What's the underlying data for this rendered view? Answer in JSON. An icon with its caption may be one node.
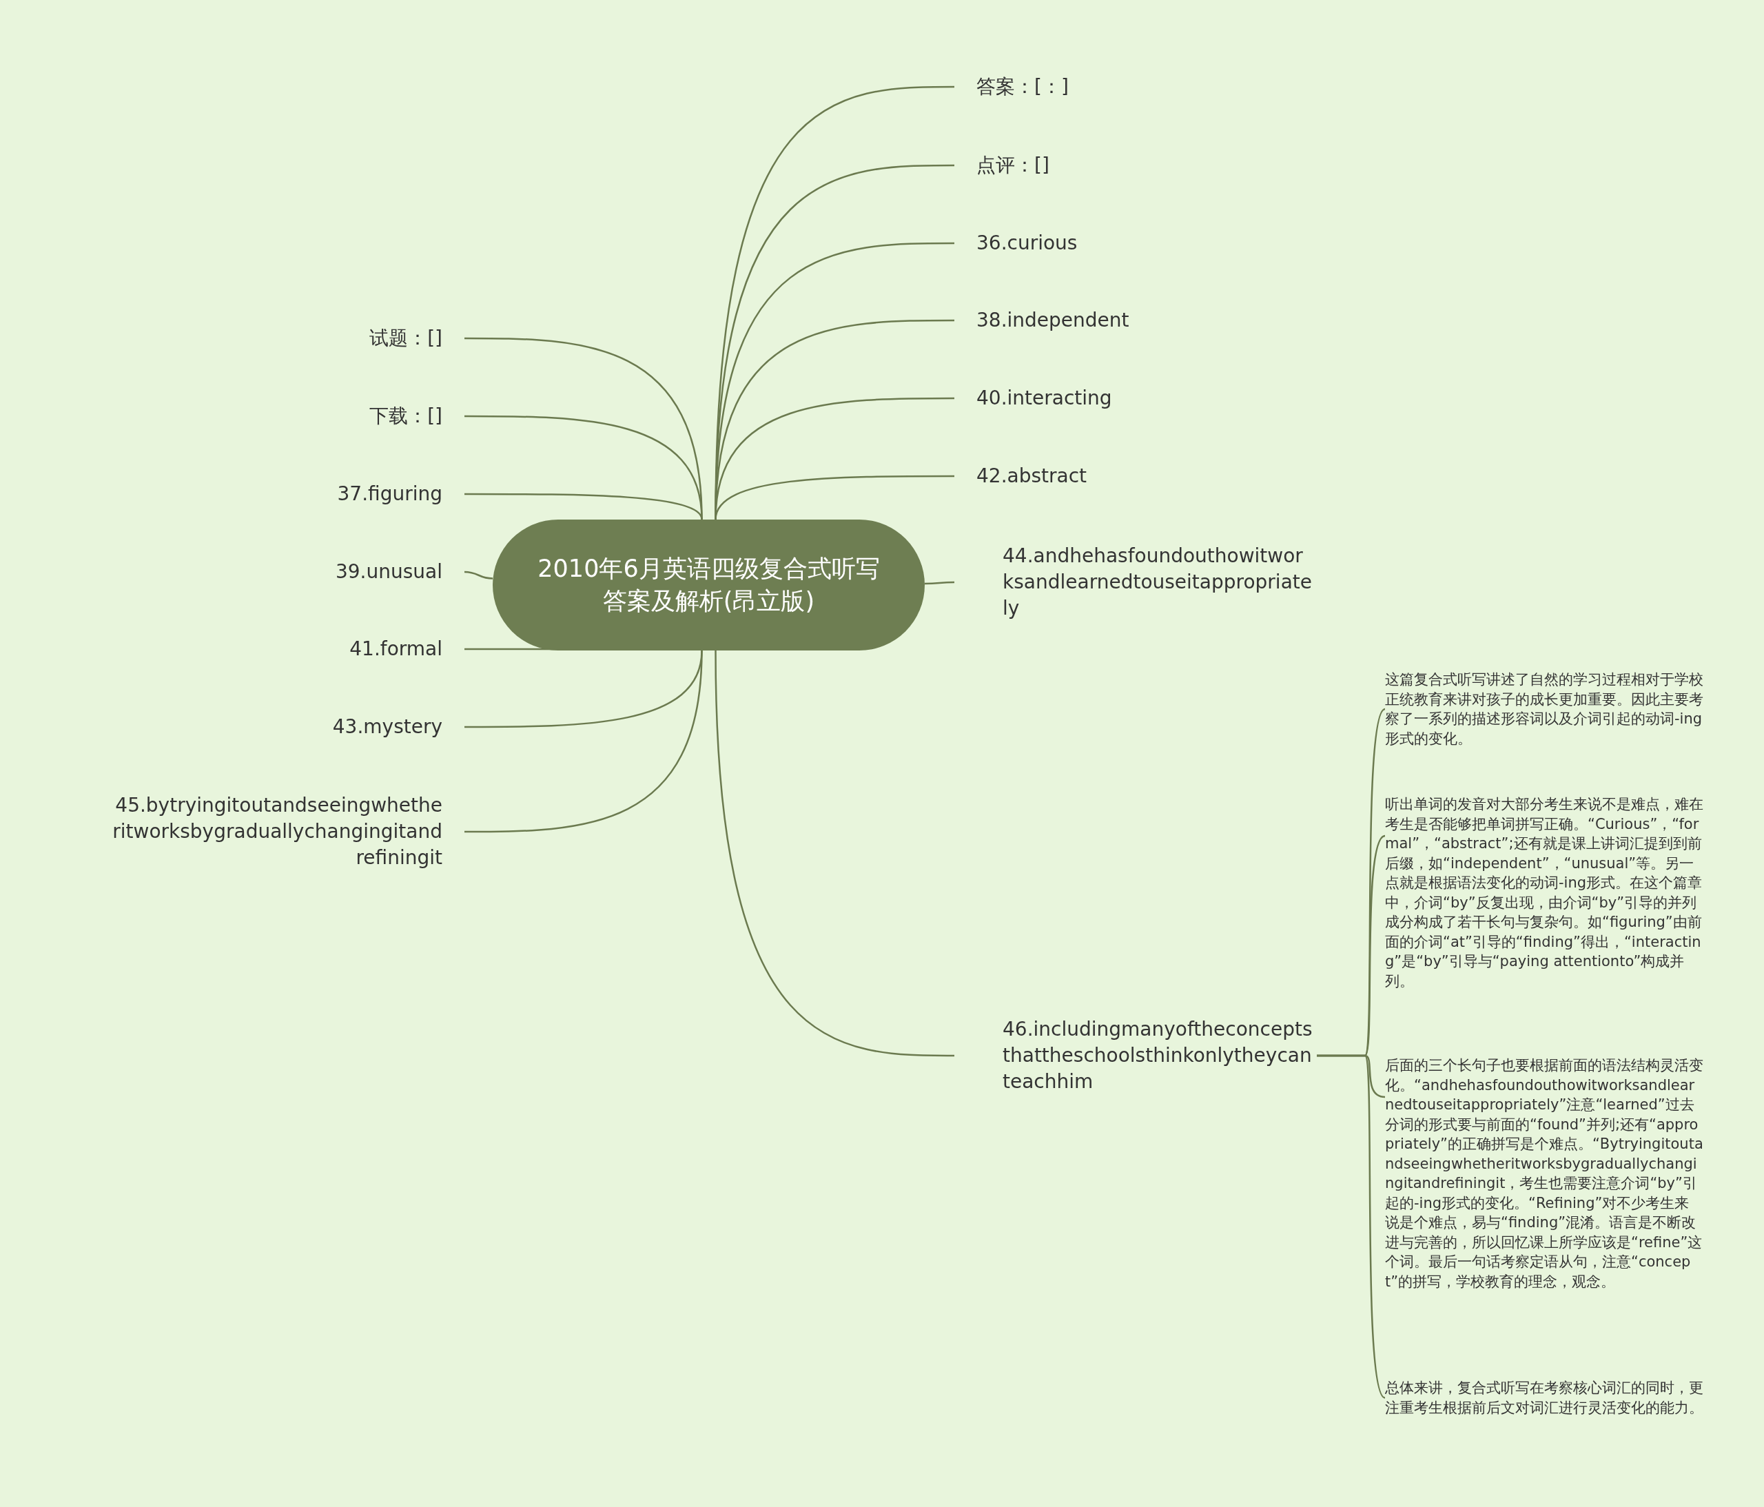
{
  "diagram": {
    "nodes": [
      {
        "text": [
          "2010年6月英语四级复合式听写答案及解析(昂立版)"
        ]
      },
      {
        "text": [
          "答案：[：]"
        ]
      },
      {
        "text": [
          "点评：[]"
        ]
      },
      {
        "text": [
          "36.curious"
        ]
      },
      {
        "text": [
          "38.independent"
        ]
      },
      {
        "text": [
          "40.interacting"
        ]
      },
      {
        "text": [
          "42.abstract"
        ]
      },
      {
        "text": [
          "44.andhehasfoundouthowitworksandlearnedtouseitappropriately"
        ]
      },
      {
        "text": [
          "46.includingmanyoftheconceptsthattheschoolsthinkonlytheycanteachhim"
        ]
      },
      {
        "text": [
          "这篇复合式听写讲述了自然的学习过程相对于学校正统教育来讲对孩子的成长更加重要。因此主要考察了一系列的描述形容词以及介词引起的动词-ing形式的变化。"
        ]
      },
      {
        "text": [
          "听出单词的发音对大部分考生来说不是难点，难在考生是否能够把单词拼写正确。“Curious”，“formal”，“abstract”;还有就是课上讲词汇提到到前后缀，如“independent”，“unusual”等。另一点就是根据语法变化的动词-ing形式。在这个篇章中，介词“by”反复出现，由介词“by”引导的并列成分构成了若干长句与复杂句。如“figuring”由前面的介词“at”引导的“finding”得出，“interacting”是“by”引导与“paying attentionto”构成并列。"
        ]
      },
      {
        "text": [
          "后面的三个长句子也要根据前面的语法结构灵活变化。“andhehasfoundouthowitworksandlearnedtouseitappropriately”注意“learned”过去分词的形式要与前面的“found”并列;还有“appropriately”的正确拼写是个难点。“Bytryingitoutandseeingwhetheritworksbygraduallychangingitandrefiningit，考生也需要注意介词“by”引起的-ing形式的变化。“Refining”对不少考生来说是个难点，易与“finding”混淆。语言是不断改进与完善的，所以回忆课上所学应该是“refine”这个词。最后一句话考察定语从句，注意“concept”的拼写，学校教育的理念，观念。"
        ]
      },
      {
        "text": [
          "总体来讲，复合式听写在考察核心词汇的同时，更注重考生根据前后文对词汇进行灵活变化的能力。"
        ]
      },
      {
        "text": [
          "试题：[]"
        ]
      },
      {
        "text": [
          "下载：[]"
        ]
      },
      {
        "text": [
          "37.figuring"
        ]
      },
      {
        "text": [
          "39.unusual"
        ]
      },
      {
        "text": [
          "41.formal"
        ]
      },
      {
        "text": [
          "43.mystery"
        ]
      },
      {
        "text": [
          "45.bytryingitoutandseeingwhetheritworksbygraduallychangingitandrefiningit"
        ]
      }
    ],
    "edges": [
      {
        "from": 0,
        "to": 1,
        "arrow": "none"
      },
      {
        "from": 0,
        "to": 2,
        "arrow": "none"
      },
      {
        "from": 0,
        "to": 3,
        "arrow": "none"
      },
      {
        "from": 0,
        "to": 4,
        "arrow": "none"
      },
      {
        "from": 0,
        "to": 5,
        "arrow": "none"
      },
      {
        "from": 0,
        "to": 6,
        "arrow": "none"
      },
      {
        "from": 0,
        "to": 7,
        "arrow": "none"
      },
      {
        "from": 0,
        "to": 8,
        "arrow": "none"
      },
      {
        "from": 8,
        "to": 9,
        "arrow": "none"
      },
      {
        "from": 8,
        "to": 10,
        "arrow": "none"
      },
      {
        "from": 8,
        "to": 11,
        "arrow": "none"
      },
      {
        "from": 8,
        "to": 12,
        "arrow": "none"
      },
      {
        "from": 0,
        "to": 13,
        "arrow": "none"
      },
      {
        "from": 0,
        "to": 14,
        "arrow": "none"
      },
      {
        "from": 0,
        "to": 15,
        "arrow": "none"
      },
      {
        "from": 0,
        "to": 16,
        "arrow": "none"
      },
      {
        "from": 0,
        "to": 17,
        "arrow": "none"
      },
      {
        "from": 0,
        "to": 18,
        "arrow": "none"
      },
      {
        "from": 0,
        "to": 19,
        "arrow": "none"
      }
    ]
  }
}
